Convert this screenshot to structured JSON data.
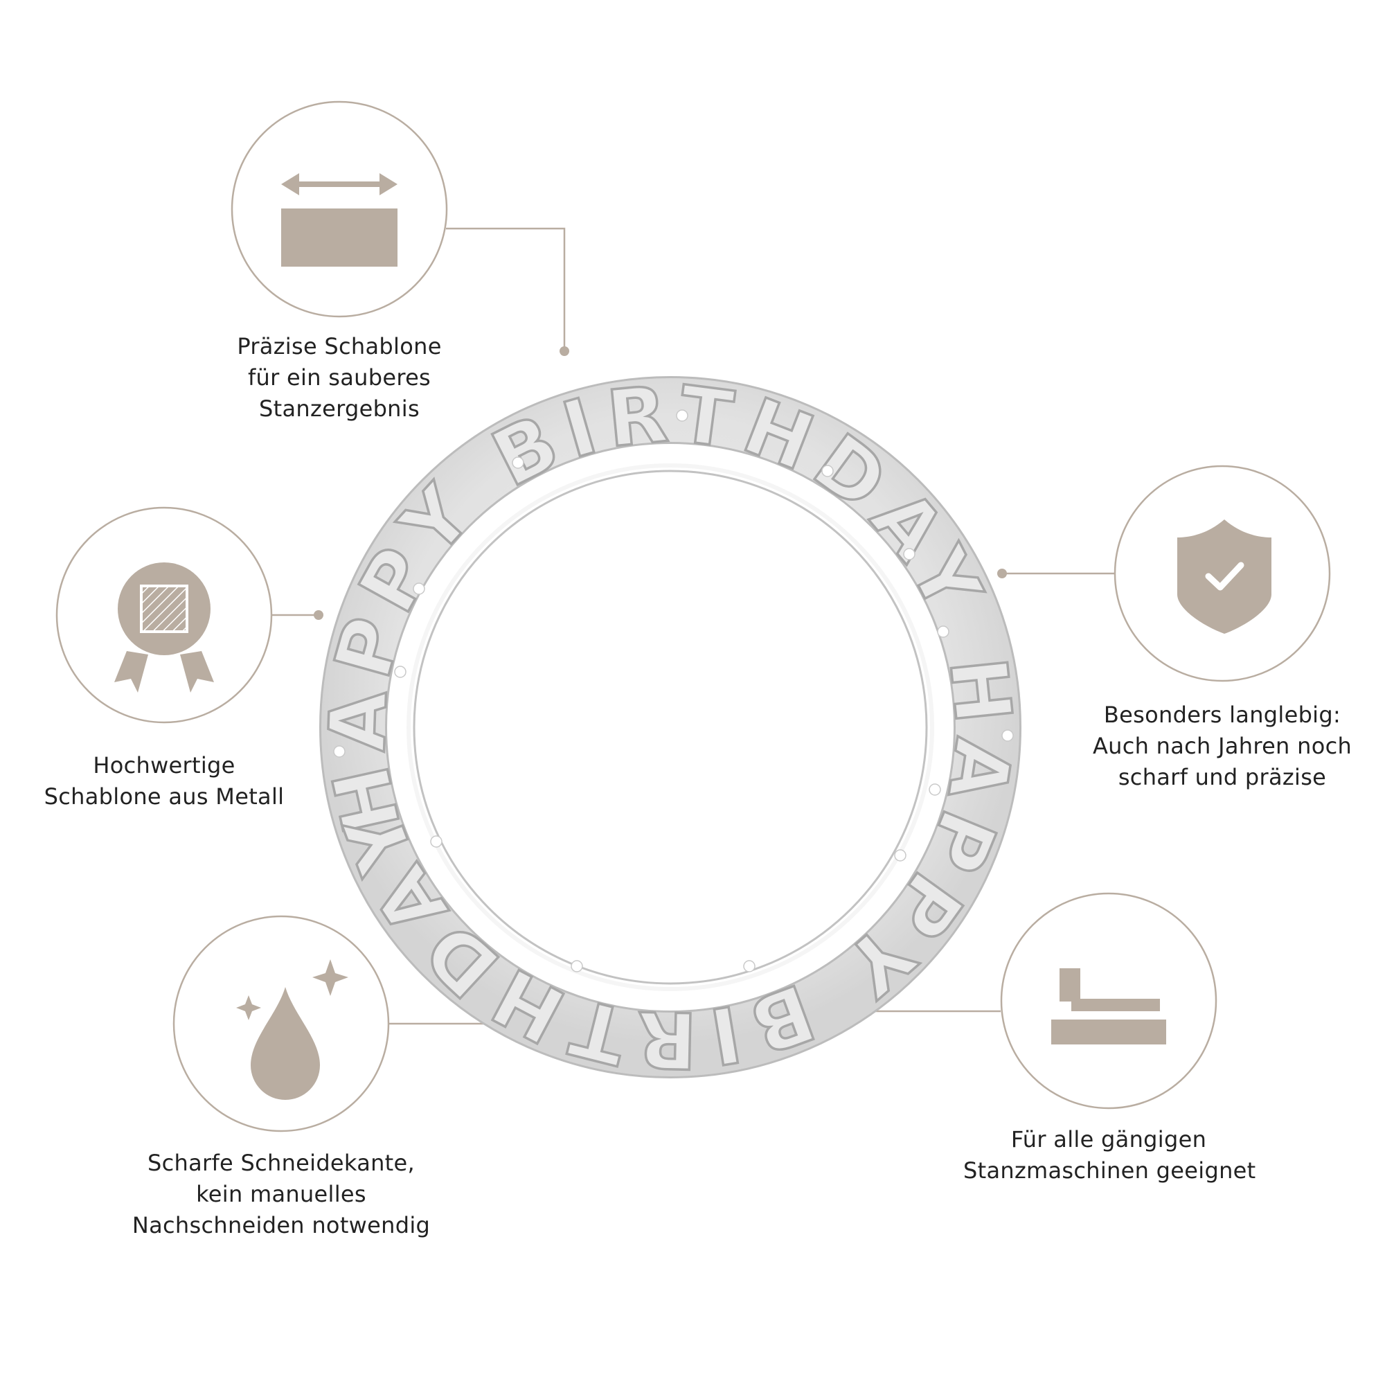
{
  "colors": {
    "accent": "#B9ADA1",
    "text": "#222222",
    "background": "#FFFFFF",
    "die_metal": "#E4E4E4"
  },
  "die": {
    "ring_text": "HAPPY BIRTHDAY HAPPY BIRTHDAY"
  },
  "features": [
    {
      "id": "precise-template",
      "icon": "width-arrow-rectangle-icon",
      "lines": [
        "Präzise Schablone",
        "für ein sauberes",
        "Stanzergebnis"
      ]
    },
    {
      "id": "metal-template",
      "icon": "quality-badge-icon",
      "lines": [
        "Hochwertige",
        "Schablone aus Metall"
      ]
    },
    {
      "id": "sharp-edge",
      "icon": "drop-sparkle-icon",
      "lines": [
        "Scharfe Schneidekante,",
        "kein manuelles",
        "Nachschneiden notwendig"
      ]
    },
    {
      "id": "durable",
      "icon": "shield-check-icon",
      "lines": [
        "Besonders langlebig:",
        "Auch nach Jahren noch",
        "scharf und präzise"
      ]
    },
    {
      "id": "machines",
      "icon": "press-machine-icon",
      "lines": [
        "Für alle gängigen",
        "Stanzmaschinen geeignet"
      ]
    }
  ]
}
